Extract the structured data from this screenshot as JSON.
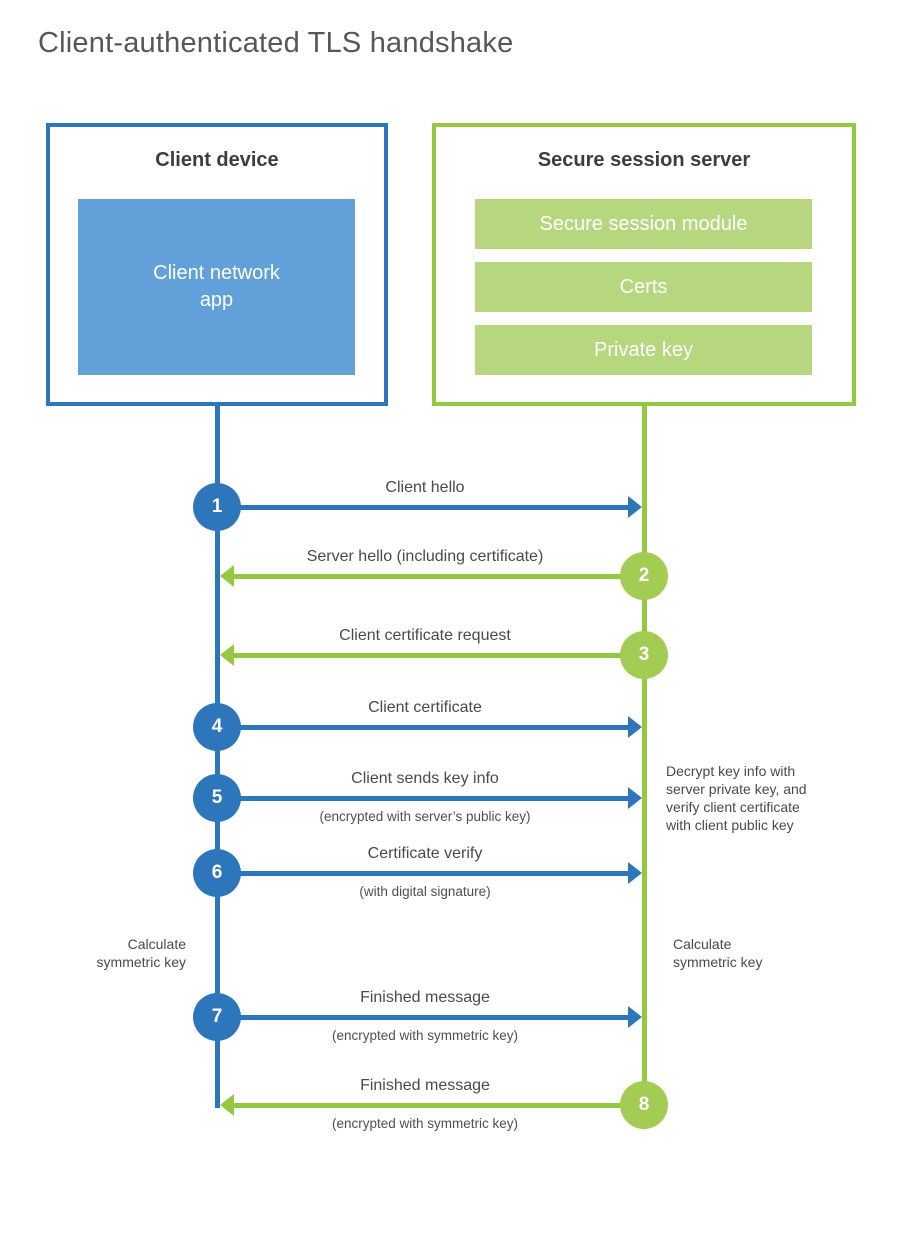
{
  "title": "Client-authenticated TLS handshake",
  "colors": {
    "blue": "#2e76bc",
    "blue_fill": "#61a0d8",
    "green": "#94c83f",
    "green_circle": "#a3cc52",
    "green_fill": "#b7d77f"
  },
  "client_box": {
    "title": "Client device",
    "app_label": "Client network\napp"
  },
  "server_box": {
    "title": "Secure session server",
    "modules": [
      "Secure session module",
      "Certs",
      "Private key"
    ]
  },
  "steps": [
    {
      "num": "1",
      "from": "client",
      "label": "Client hello",
      "sub": ""
    },
    {
      "num": "2",
      "from": "server",
      "label": "Server hello (including certificate)",
      "sub": ""
    },
    {
      "num": "3",
      "from": "server",
      "label": "Client certificate request",
      "sub": ""
    },
    {
      "num": "4",
      "from": "client",
      "label": "Client certificate",
      "sub": ""
    },
    {
      "num": "5",
      "from": "client",
      "label": "Client sends key info",
      "sub": "(encrypted with server’s public key)"
    },
    {
      "num": "6",
      "from": "client",
      "label": "Certificate verify",
      "sub": "(with digital signature)"
    },
    {
      "num": "7",
      "from": "client",
      "label": "Finished message",
      "sub": "(encrypted with symmetric key)"
    },
    {
      "num": "8",
      "from": "server",
      "label": "Finished message",
      "sub": "(encrypted with symmetric key)"
    }
  ],
  "notes": {
    "decrypt": "Decrypt key info with\nserver private key, and\nverify client certificate\nwith client public key",
    "calc_left": "Calculate\nsymmetric key",
    "calc_right": "Calculate\nsymmetric key"
  }
}
